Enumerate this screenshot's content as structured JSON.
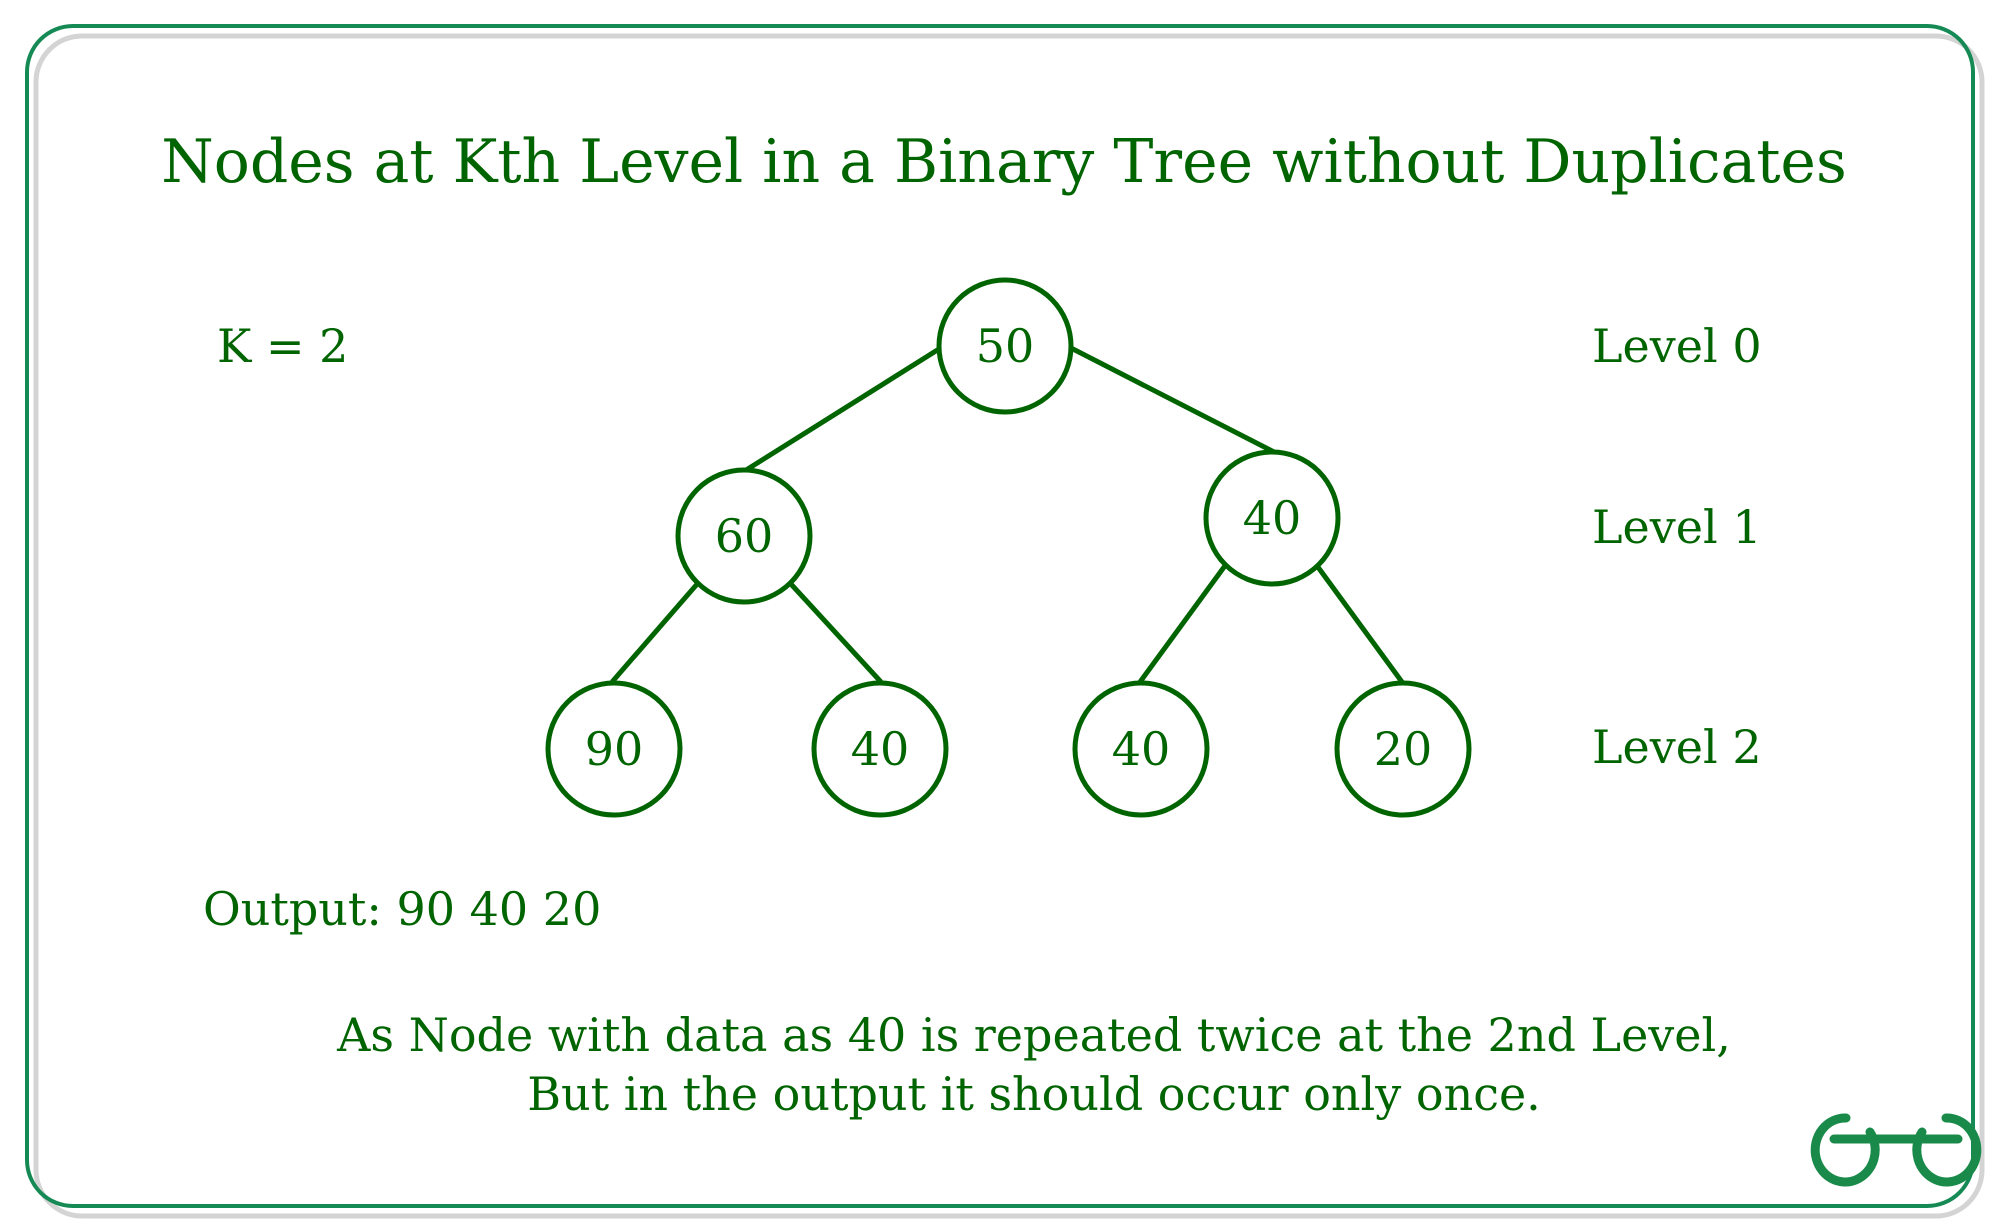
{
  "title": "Nodes at Kth Level in a Binary Tree without Duplicates",
  "k_label": "K = 2",
  "levels": [
    "Level 0",
    "Level 1",
    "Level 2"
  ],
  "tree": {
    "nodes": [
      {
        "id": "n0",
        "value": "50",
        "level": 0
      },
      {
        "id": "n1",
        "value": "60",
        "level": 1
      },
      {
        "id": "n2",
        "value": "40",
        "level": 1
      },
      {
        "id": "n3",
        "value": "90",
        "level": 2
      },
      {
        "id": "n4",
        "value": "40",
        "level": 2
      },
      {
        "id": "n5",
        "value": "40",
        "level": 2
      },
      {
        "id": "n6",
        "value": "20",
        "level": 2
      }
    ],
    "edges": [
      [
        "n0",
        "n1"
      ],
      [
        "n0",
        "n2"
      ],
      [
        "n1",
        "n3"
      ],
      [
        "n1",
        "n4"
      ],
      [
        "n2",
        "n5"
      ],
      [
        "n2",
        "n6"
      ]
    ]
  },
  "output_text": "Output: 90 40 20",
  "explanation": [
    "As Node with data as 40 is repeated twice at the 2nd Level,",
    "But in the output it should occur only once."
  ],
  "logo_text": "GG",
  "colors": {
    "text": "#006400",
    "frame": "#168a55",
    "frame_shadow": "#d4d4d4",
    "logo": "#1a8a4a"
  }
}
